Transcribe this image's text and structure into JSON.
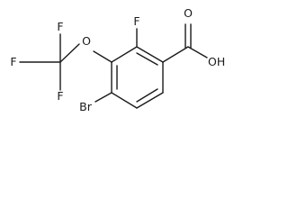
{
  "molecule": {
    "atom_labels": {
      "f_ring": "F",
      "f_cf3_top": "F",
      "f_cf3_left": "F",
      "f_cf3_bottom": "F",
      "o_ether": "O",
      "o_carbonyl": "O",
      "oh": "OH",
      "br": "Br"
    }
  }
}
